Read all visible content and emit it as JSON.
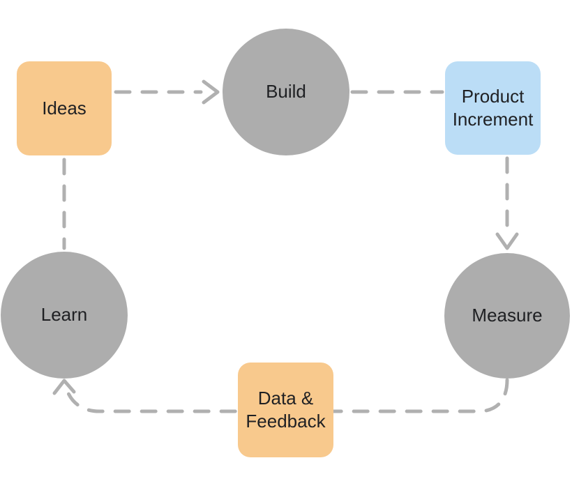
{
  "diagram": {
    "nodes": {
      "ideas": {
        "label": "Ideas",
        "shape": "rounded-rect",
        "color": "orange"
      },
      "build": {
        "label": "Build",
        "shape": "circle",
        "color": "gray"
      },
      "product_increment": {
        "label": "Product Increment",
        "shape": "rounded-rect",
        "color": "blue"
      },
      "measure": {
        "label": "Measure",
        "shape": "circle",
        "color": "gray"
      },
      "data_feedback": {
        "label": "Data & Feedback",
        "shape": "rounded-rect",
        "color": "orange"
      },
      "learn": {
        "label": "Learn",
        "shape": "circle",
        "color": "gray"
      }
    },
    "edges": [
      {
        "from": "Ideas",
        "to": "Build",
        "style": "dashed",
        "arrowhead": true
      },
      {
        "from": "Build",
        "to": "Product Increment",
        "style": "dashed",
        "arrowhead": false
      },
      {
        "from": "Product Increment",
        "to": "Measure",
        "style": "dashed",
        "arrowhead": true
      },
      {
        "from": "Measure",
        "to": "Learn",
        "via": "Data & Feedback",
        "style": "dashed",
        "arrowhead": true
      },
      {
        "from": "Learn",
        "to": "Ideas",
        "style": "dashed",
        "arrowhead": false
      }
    ],
    "colors": {
      "node-orange": "#F8C98D",
      "node-blue": "#BBDDF6",
      "node-gray": "#ADADAD",
      "edge-gray": "#B0B0B0",
      "label-text": "#1F2023",
      "background": "#FFFFFF"
    }
  }
}
